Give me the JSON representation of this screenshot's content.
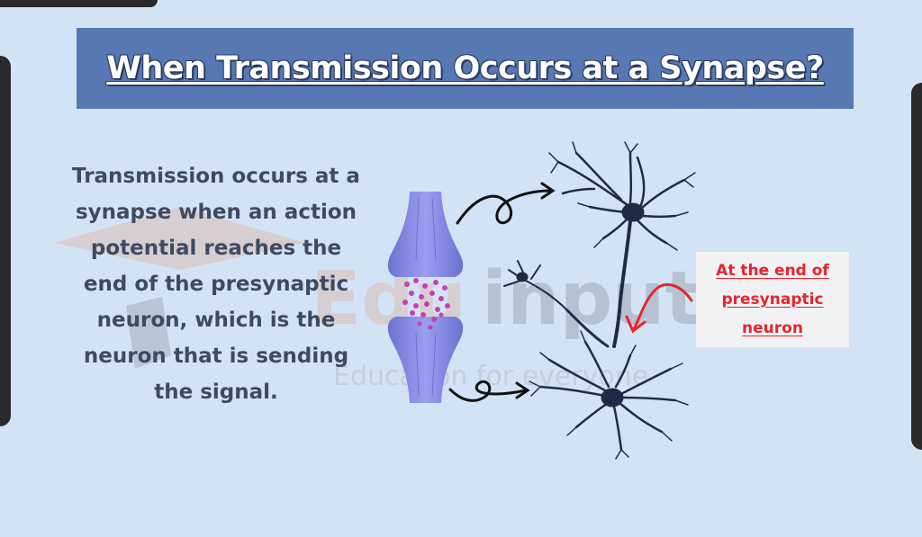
{
  "title": "When Transmission Occurs at a Synapse?",
  "description": "Transmission occurs at a synapse when an action potential reaches the end of the presynaptic neuron, which is the neuron that is sending the signal.",
  "callout": "At the end of presynaptic neuron",
  "watermark": {
    "brand": "Edu input",
    "tagline": "Education for everyone"
  },
  "colors": {
    "background": "#d3e3f6",
    "banner": "#5878b3",
    "text": "#3f4a62",
    "synapse": "#7b80d9",
    "vesicles": "#c93fb1",
    "neuron": "#1f2b46",
    "callout": "#e8242c"
  },
  "icons": [
    "synapse-icon",
    "neuron-icon",
    "curly-arrow-icon"
  ]
}
